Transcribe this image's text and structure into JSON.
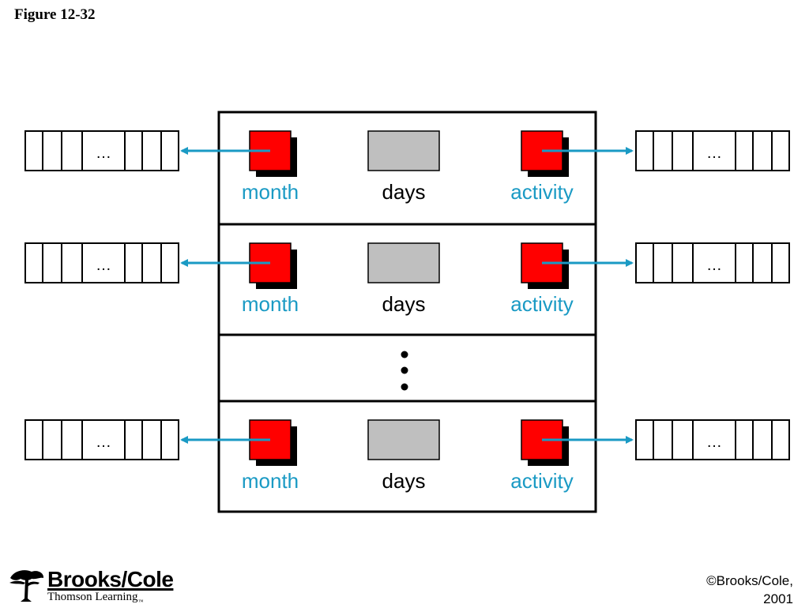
{
  "figure": {
    "title": "Figure 12-32"
  },
  "colors": {
    "accent": "#1a9ac4",
    "pointer_fill": "#ff0000",
    "pointer_shadow": "#000000",
    "days_fill": "#bfbfbf",
    "border": "#000000"
  },
  "records": [
    {
      "fields": [
        "month",
        "days",
        "activity"
      ],
      "left_array_ellipsis": "…",
      "right_array_ellipsis": "…"
    },
    {
      "fields": [
        "month",
        "days",
        "activity"
      ],
      "left_array_ellipsis": "…",
      "right_array_ellipsis": "…"
    },
    {
      "fields": [
        "month",
        "days",
        "activity"
      ],
      "left_array_ellipsis": "…",
      "right_array_ellipsis": "…"
    }
  ],
  "omitted_rows_marker": "vertical-ellipsis",
  "footer": {
    "logo_name": "Brooks/Cole",
    "logo_sub": "Thomson Learning",
    "logo_tm": "™",
    "copyright_line1": "©Brooks/Cole,",
    "copyright_line2": "2001"
  }
}
